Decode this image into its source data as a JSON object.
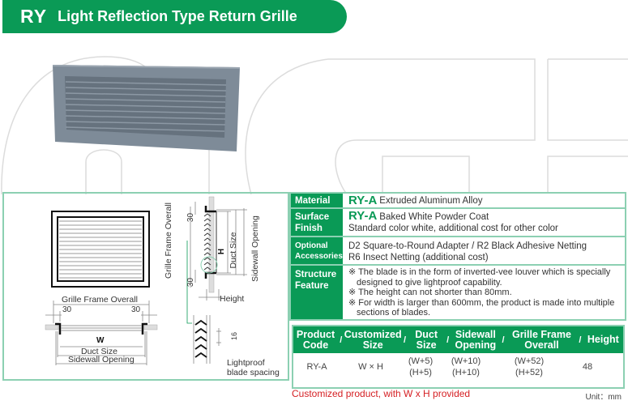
{
  "header": {
    "code": "RY",
    "title": "Light Reflection Type Return Grille"
  },
  "colors": {
    "brand_green": "#0a9a56",
    "border_green": "#8cd0b2",
    "note_red": "#d52024",
    "grille_gray": "#7e8b98"
  },
  "photo": {
    "icon": "return-grille-photo"
  },
  "drawing": {
    "front_label_grille_frame": "Grille Frame Overall",
    "front_dim_left": "30",
    "front_dim_right": "30",
    "front_w": "W",
    "front_duct_size": "Duct Size",
    "front_sidewall_opening": "Sidewall Opening",
    "side_grille_frame": "Grille Frame Overall",
    "side_dim_top": "30",
    "side_dim_bottom": "30",
    "side_h": "H",
    "side_duct_size": "Duct Size",
    "side_sidewall_opening": "Sidewall Opening",
    "side_height": "Height",
    "blade_spacing_value": "16",
    "blade_spacing_label_1": "Lightproof",
    "blade_spacing_label_2": "blade spacing"
  },
  "specs": {
    "material": {
      "label": "Material",
      "code": "RY-A",
      "text": "Extruded Aluminum Alloy"
    },
    "surface": {
      "label_1": "Surface",
      "label_2": "Finish",
      "code": "RY-A",
      "text": "Baked White Powder Coat",
      "text_2": "Standard color white, additional cost for other color"
    },
    "accessories": {
      "label_1": "Optional",
      "label_2": "Accessories",
      "line_1": "D2 Square-to-Round Adapter / R2 Black Adhesive Netting",
      "line_2": "R6 Insect Netting (additional cost)"
    },
    "structure": {
      "label_1": "Structure",
      "label_2": "Feature",
      "bullets": [
        "※ The blade is in the form of inverted-vee louver which is specially designed to give lightproof capability.",
        "※ The height can not shorter than 80mm.",
        "※ For width is larger than 600mm, the product is made into multiple sections of blades."
      ]
    }
  },
  "dimensions": {
    "headers": [
      [
        "Product",
        "Code"
      ],
      [
        "Customized",
        "Size"
      ],
      [
        "Duct",
        "Size"
      ],
      [
        "Sidewall",
        "Opening"
      ],
      [
        "Grille Frame",
        "Overall"
      ],
      [
        "Height",
        ""
      ]
    ],
    "separator": "/",
    "row": {
      "product_code": "RY-A",
      "customized_size": "W × H",
      "duct_size": [
        "(W+5)",
        "(H+5)"
      ],
      "sidewall_opening": [
        "(W+10)",
        "(H+10)"
      ],
      "grille_frame_overall": [
        "(W+52)",
        "(H+52)"
      ],
      "height": "48"
    }
  },
  "footer": {
    "note": "Customized product, with W x H provided",
    "unit": "Unit：mm"
  }
}
